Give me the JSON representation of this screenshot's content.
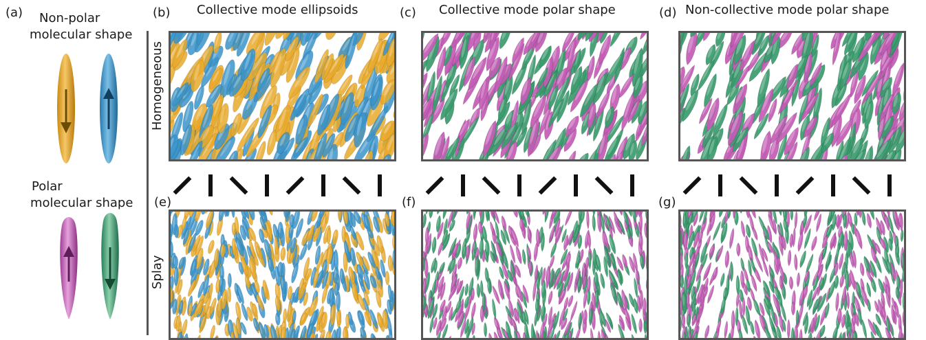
{
  "labels": {
    "a": "(a)",
    "b": "(b)",
    "c": "(c)",
    "d": "(d)",
    "e": "(e)",
    "f": "(f)",
    "g": "(g)"
  },
  "legend": {
    "nonpolar_line1": "Non-polar",
    "nonpolar_line2": "molecular shape",
    "polar_line1": "Polar",
    "polar_line2": "molecular shape"
  },
  "columns": {
    "b": "Collective mode ellipsoids",
    "c": "Collective mode polar shape",
    "d": "Non-collective mode polar shape"
  },
  "rows": {
    "top": "Homogeneous",
    "bottom": "Splay"
  },
  "colors": {
    "orange": "#e8a92a",
    "blue": "#3a93c9",
    "magenta": "#c25bb4",
    "green": "#3a9a6c",
    "frame": "#555555",
    "bar": "#111111"
  }
}
